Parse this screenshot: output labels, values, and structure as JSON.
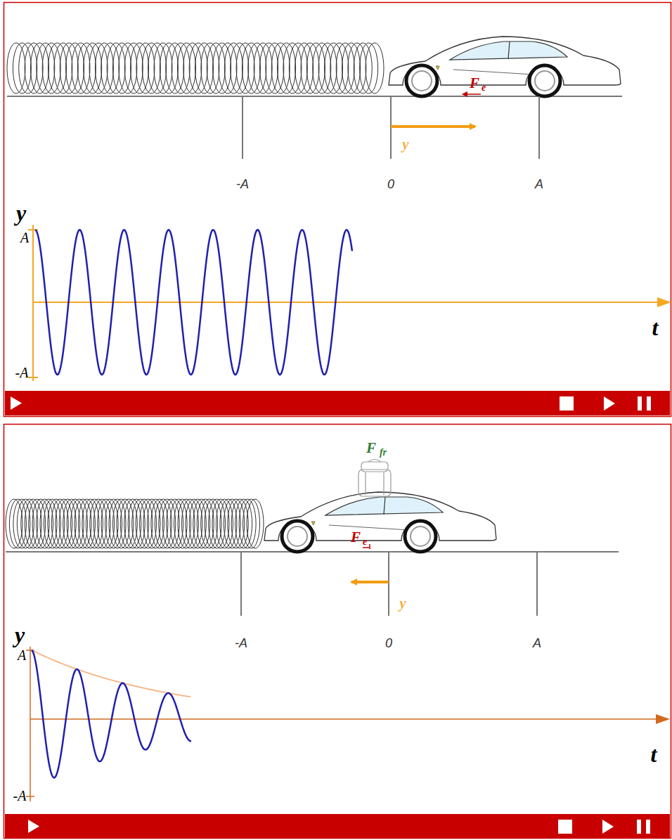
{
  "diagram": {
    "labels": [
      "F",
      "e",
      "y",
      "-A",
      "0",
      "A",
      "y",
      "A",
      "-A",
      "t",
      "F",
      "fr",
      "F",
      "e",
      "y",
      "-A",
      "0",
      "A",
      "y",
      "A",
      "-A",
      "t"
    ]
  }
}
